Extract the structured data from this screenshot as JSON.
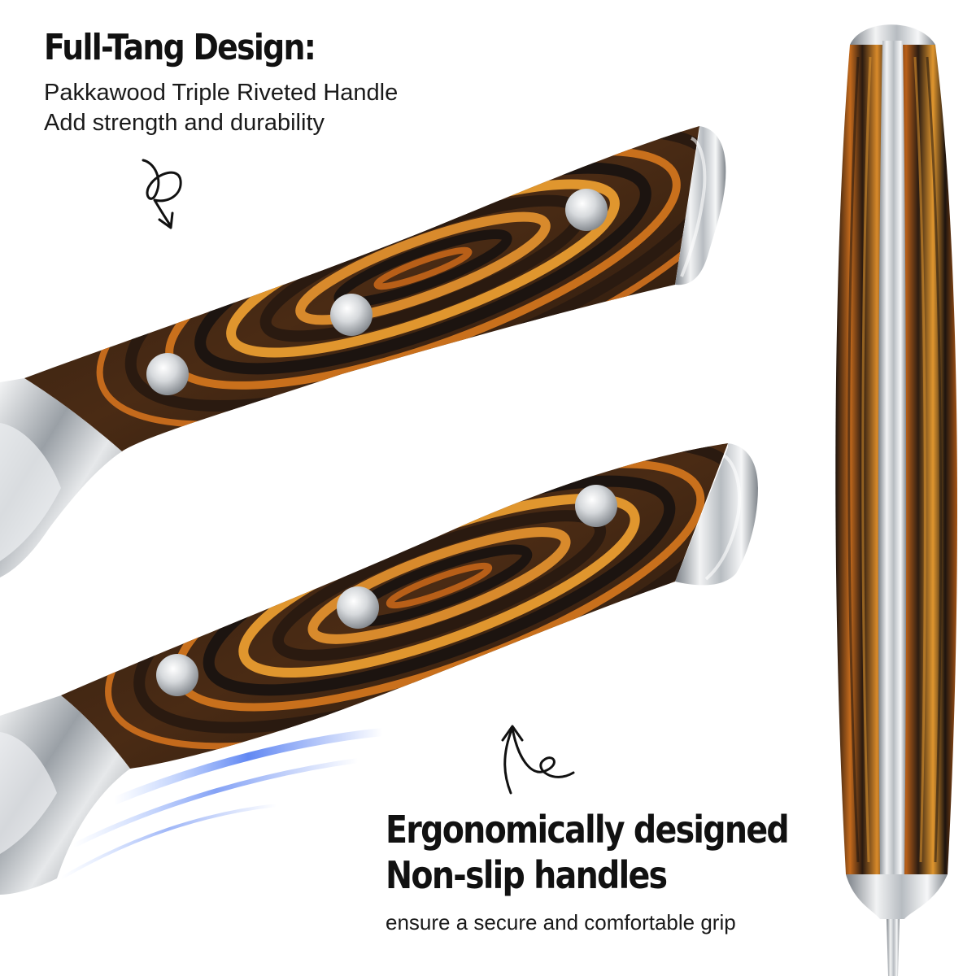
{
  "top_caption": {
    "headline": "Full-Tang Design:",
    "line1": "Pakkawood Triple Riveted Handle",
    "line2": "Add strength and durability"
  },
  "bottom_caption": {
    "headline1": "Ergonomically designed",
    "headline2": "Non-slip handles",
    "subtext": "ensure a secure and comfortable grip"
  },
  "colors": {
    "background": "#ffffff",
    "text": "#111111",
    "wood_dark": "#1c1410",
    "wood_orange": "#c9701c",
    "wood_amber": "#e0962e",
    "steel": "#c8ccd0",
    "glow": "#3d6cf0"
  }
}
